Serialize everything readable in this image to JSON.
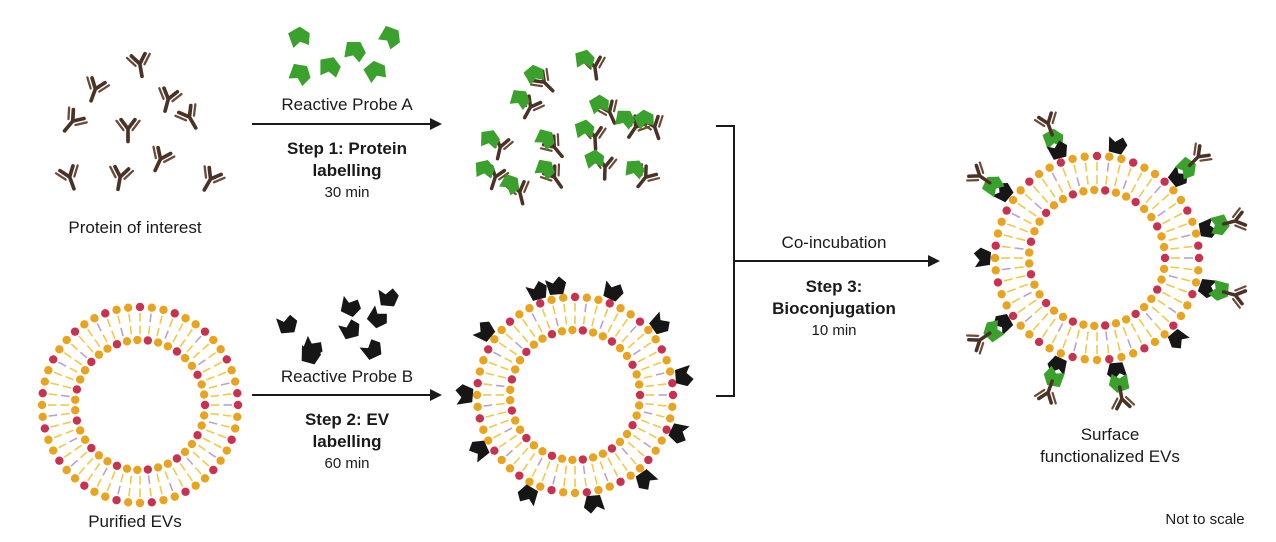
{
  "labels": {
    "protein_of_interest": "Protein of interest",
    "purified_evs": "Purified EVs",
    "surface_functionalized_line1": "Surface",
    "surface_functionalized_line2": "functionalized EVs",
    "not_to_scale": "Not to scale"
  },
  "steps": [
    {
      "reagent": "Reactive Probe A",
      "title_line1": "Step 1: Protein",
      "title_line2": "labelling",
      "duration": "30 min"
    },
    {
      "reagent": "Reactive Probe B",
      "title_line1": "Step 2: EV",
      "title_line2": "labelling",
      "duration": "60 min"
    },
    {
      "reagent": "Co-incubation",
      "title_line1": "Step 3:",
      "title_line2": "Bioconjugation",
      "duration": "10 min"
    }
  ],
  "colors": {
    "antibody": "#4a3326",
    "probe_a": "#3aa12c",
    "probe_b": "#161616",
    "lipid_head_outer": "#e8a31f",
    "lipid_head_accent": "#c8324f",
    "lipid_tail": "#f2c94c",
    "lipid_tail_accent": "#b9a2cf",
    "arrow": "#1a1a1a"
  },
  "icons": [
    "antibody-icon",
    "probe-a-icon",
    "probe-b-icon",
    "vesicle-icon",
    "arrow-icon"
  ]
}
